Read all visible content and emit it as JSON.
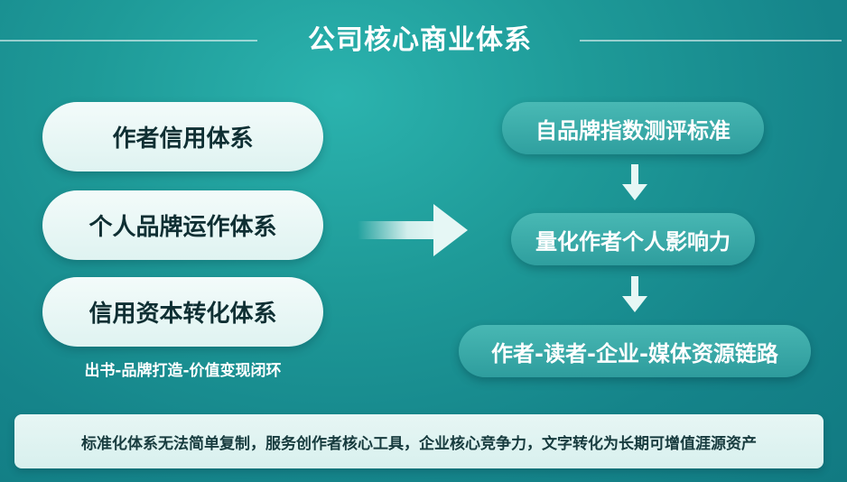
{
  "title": "公司核心商业体系",
  "left_items": [
    "作者信用体系",
    "个人品牌运作体系",
    "信用资本转化体系"
  ],
  "left_note": "出书-品牌打造-价值变现闭环",
  "right_steps": [
    "自品牌指数测评标准",
    "量化作者个人影响力",
    "作者-读者-企业-媒体资源链路"
  ],
  "footer": "标准化体系无法简单复制，服务创作者核心工具，企业核心竞争力，文字转化为长期可增值涯源资产",
  "colors": {
    "background": "#1a8f90",
    "pill_light": "#eaf7f6",
    "pill_dark_text": "#0f2f33",
    "arrow": "#e6f7f5"
  }
}
